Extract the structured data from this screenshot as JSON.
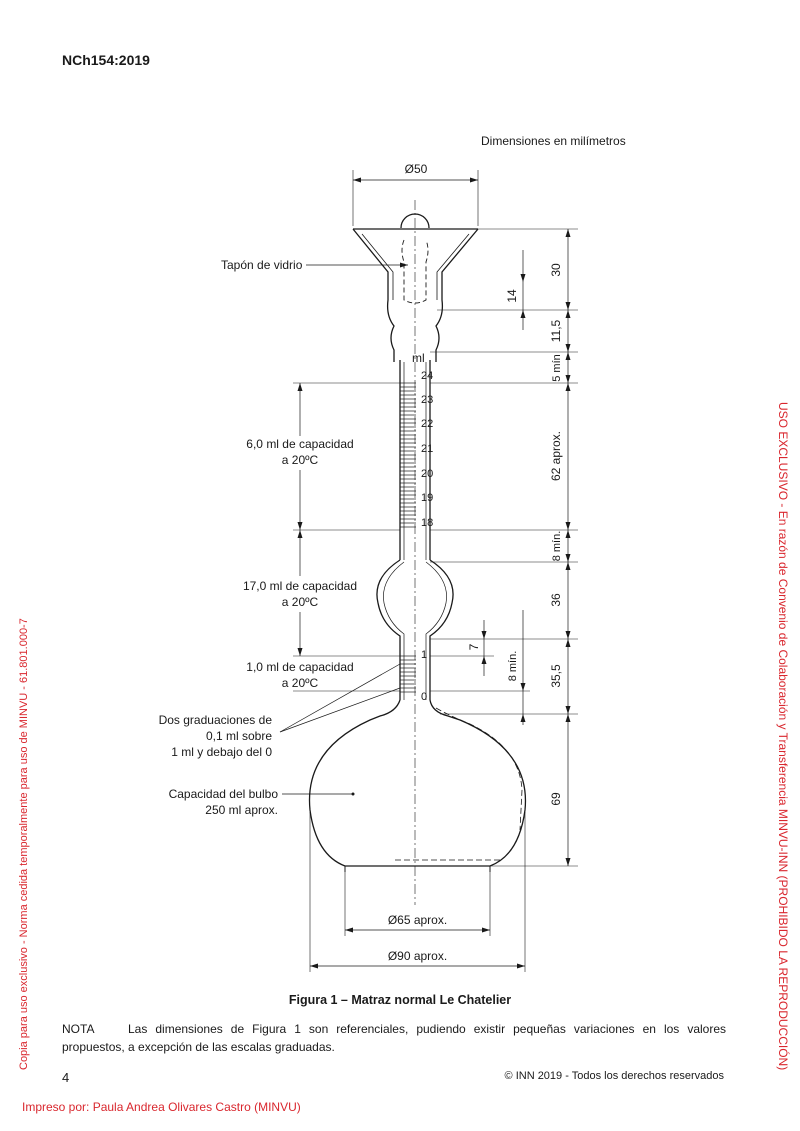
{
  "header": {
    "code": "NCh154:2019"
  },
  "figure": {
    "dimensions_note": "Dimensiones en milímetros",
    "diameter_top": "Ø50",
    "stopper_label": "Tapón de vidrio",
    "ml_label": "ml",
    "scale_numbers": [
      "24",
      "23",
      "22",
      "21",
      "20",
      "19",
      "18"
    ],
    "lower_scale_numbers": [
      "1",
      "0"
    ],
    "capacity_6": [
      "6,0 ml de capacidad",
      "a 20ºC"
    ],
    "capacity_17": [
      "17,0 ml de capacidad",
      "a 20ºC"
    ],
    "capacity_1": [
      "1,0 ml de capacidad",
      "a 20ºC"
    ],
    "graduations_note": [
      "Dos graduaciones de",
      "0,1 ml sobre",
      "1 ml y debajo del 0"
    ],
    "bulb_capacity": [
      "Capacidad del bulbo",
      "250 ml aprox."
    ],
    "right_dims": {
      "d30": "30",
      "d14": "14",
      "d11_5": "11,5",
      "d5min": "5 mín",
      "d62": "62 aprox.",
      "d8min_a": "8 mín.",
      "d36": "36",
      "d7": "7",
      "d8min_b": "8 mín.",
      "d35_5": "35,5",
      "d69": "69"
    },
    "diameter_65": "Ø65 aprox.",
    "diameter_90": "Ø90 aprox.",
    "caption": "Figura 1 – Matraz normal Le Chatelier"
  },
  "note": {
    "label": "NOTA",
    "text": "Las dimensiones de Figura 1 son referenciales, pudiendo existir pequeñas variaciones en los valores propuestos, a excepción de las escalas graduadas."
  },
  "footer": {
    "page": "4",
    "copyright": "© INN 2019 - Todos los derechos reservados",
    "printed_by": "Impreso por: Paula Andrea Olivares Castro (MINVU)",
    "side_left": "Copia para uso exclusivo - Norma cedida temporalmente para uso de MINVU - 61.801.000-7",
    "side_right": "USO EXCLUSIVO - En razón de Convenio de Colaboración y Transferencia MINVU-INN (PROHIBIDO LA REPRODUCCIÓN)"
  }
}
